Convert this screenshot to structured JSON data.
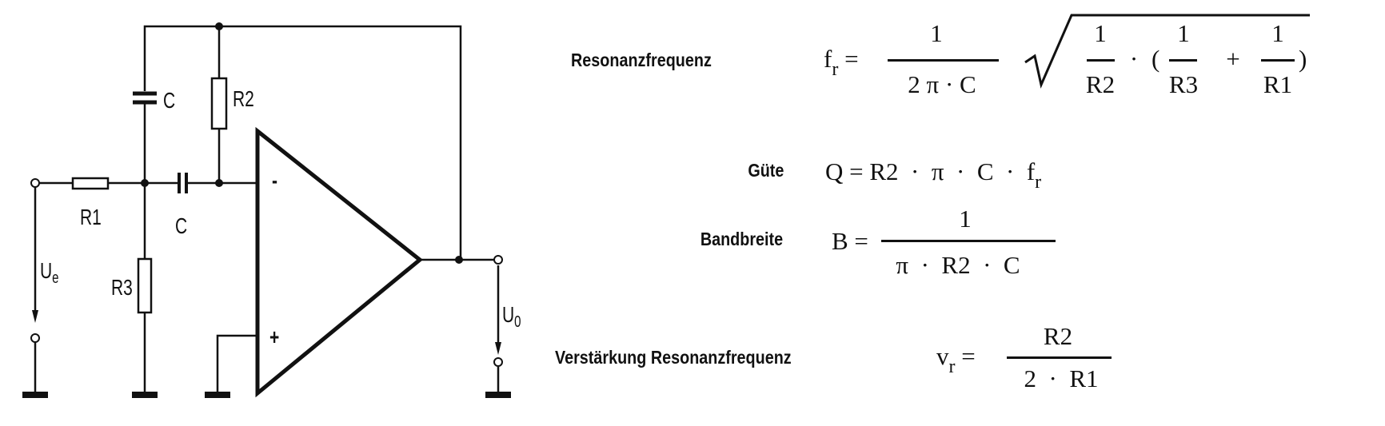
{
  "circuit": {
    "labels": {
      "c_top": "C",
      "r2": "R2",
      "r1": "R1",
      "c_mid": "C",
      "r3": "R3",
      "minus": "-",
      "plus": "+",
      "ue": "U",
      "ue_sub": "e",
      "ua": "U",
      "ua_sub": "0"
    }
  },
  "formulas": {
    "resonance": {
      "label": "Resonanzfrequenz",
      "lhs": "f",
      "lhs_sub": "r",
      "eq": "=",
      "num": "1",
      "den": "2 π · C",
      "t1_num": "1",
      "t1_den": "R2",
      "dot": "·",
      "open": "(",
      "t2_num": "1",
      "t2_den": "R3",
      "plus": "+",
      "t3_num": "1",
      "t3_den": "R1",
      "close": ")"
    },
    "quality": {
      "label": "Güte",
      "expr": "Q = R2  ·  π  ·  C  ·  f",
      "expr_sub": "r"
    },
    "bandwidth": {
      "label": "Bandbreite",
      "lhs": "B =",
      "num": "1",
      "den": "π  ·  R2  ·  C"
    },
    "gain": {
      "label": "Verstärkung Resonanzfrequenz",
      "lhs": "v",
      "lhs_sub": "r",
      "eq": "=",
      "num": "R2",
      "den": "2  ·  R1"
    }
  }
}
